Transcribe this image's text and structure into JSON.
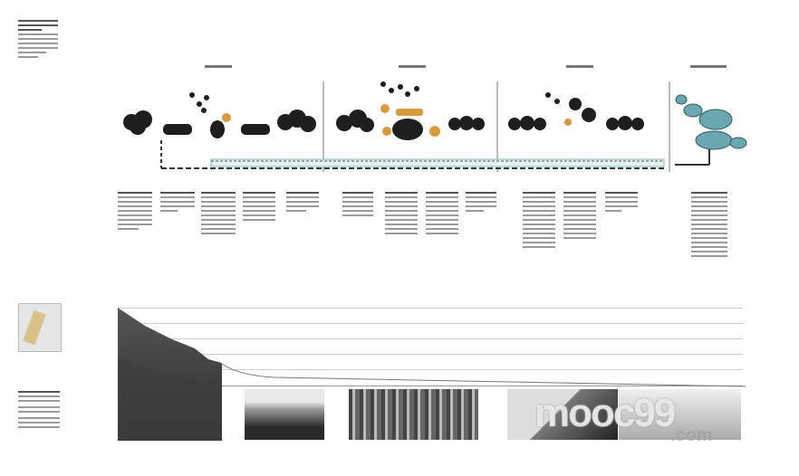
{
  "watermark": {
    "logo_text": "mooc99",
    "domain_text": ".com"
  },
  "colors": {
    "accent_teal": "#7fb8bd",
    "water_blue": "#6aa7b0",
    "highlight_orange": "#d99a3c",
    "tree_dark": "#1e1e1e"
  },
  "sections": 4
}
